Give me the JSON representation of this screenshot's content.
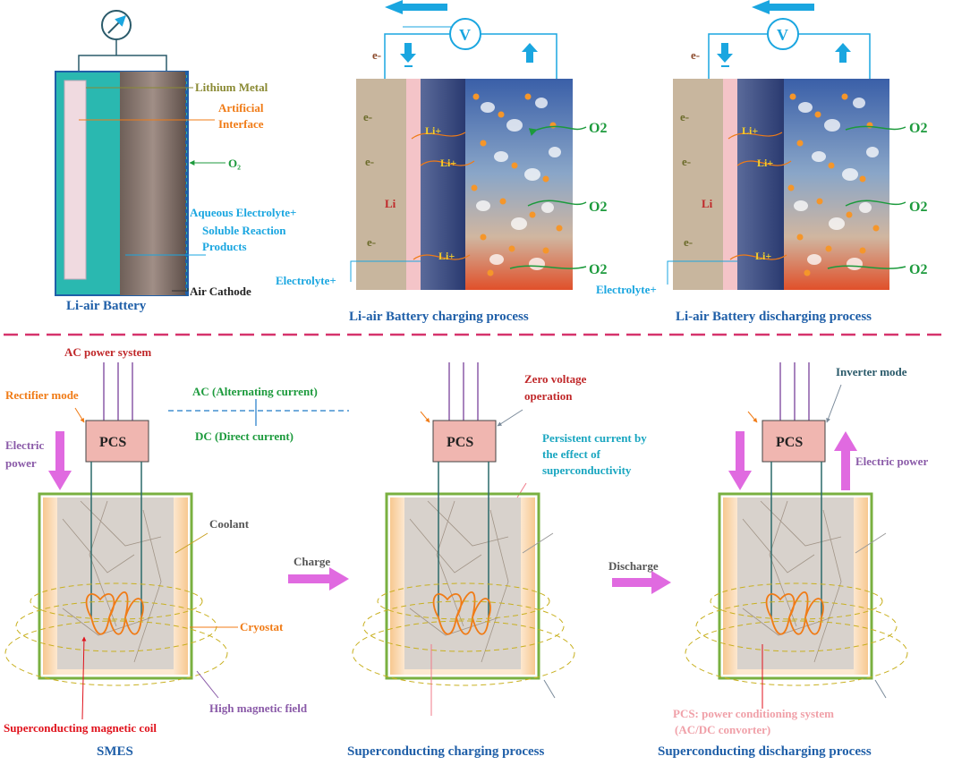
{
  "colors": {
    "divider": "#d6336c",
    "cyan": "#1aa6e0",
    "orange": "#f07b16",
    "olive": "#8a8a34",
    "green": "#1c9a3c",
    "magenta": "#e06ae0",
    "pcs_fill": "#f0b6b0",
    "purple": "#8a5aa8",
    "title_blue": "#1f5fa8",
    "red": "#e0121c",
    "brown": "#8b4a2b",
    "teal_dark": "#2a5a6a"
  },
  "top": {
    "battery": {
      "title": "Li-air Battery",
      "labels": {
        "lithium_metal": "Lithium Metal",
        "artificial": "Artificial",
        "interface": "Interface",
        "o2": "O₂",
        "aq1": "Aqueous Electrolyte+",
        "aq2": "Soluble Reaction",
        "aq3": "Products",
        "air_cathode": "Air Cathode"
      }
    },
    "charging": {
      "title": "Li-air Battery charging process",
      "voltmeter": "V",
      "e_top": "e-",
      "e1": "e-",
      "e2": "e-",
      "e3": "e-",
      "li": "Li",
      "li1": "Li+",
      "li2": "Li+",
      "li3": "Li+",
      "o2_1": "O2",
      "o2_2": "O2",
      "o2_3": "O2",
      "electrolyte": "Electrolyte+"
    },
    "discharging": {
      "title": "Li-air Battery discharging process",
      "voltmeter": "V",
      "e_top": "e-",
      "e1": "e-",
      "e2": "e-",
      "e3": "e-",
      "li": "Li",
      "li1": "Li+",
      "li2": "Li+",
      "li3": "Li+",
      "o2_1": "O2",
      "o2_2": "O2",
      "o2_3": "O2",
      "electrolyte": "Electrolyte+"
    }
  },
  "bottom": {
    "smes": {
      "title": "SMES",
      "ac_power": "AC power system",
      "rectifier": "Rectifier mode",
      "electric1": "Electric",
      "electric2": "power",
      "pcs": "PCS",
      "ac": "AC (Alternating current)",
      "dc": "DC (Direct current)",
      "coolant": "Coolant",
      "cryostat": "Cryostat",
      "high_field": "High magnetic field",
      "coil": "Superconducting magnetic coil"
    },
    "charge_arrow": "Charge",
    "discharge_arrow": "Discharge",
    "charging": {
      "title": "Superconducting charging process",
      "pcs": "PCS",
      "zero1": "Zero voltage",
      "zero2": "operation",
      "persist1": "Persistent current by",
      "persist2": "the effect of",
      "persist3": "superconductivity"
    },
    "discharging": {
      "title": "Superconducting discharging process",
      "pcs": "PCS",
      "inverter": "Inverter mode",
      "electric": "Electric power",
      "pcs_note1": "PCS: power conditioning system",
      "pcs_note2": "(AC/DC convorter)"
    }
  }
}
